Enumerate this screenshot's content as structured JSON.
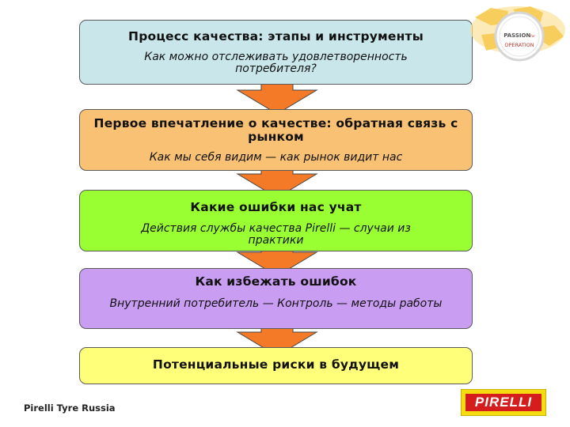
{
  "steps": [
    {
      "title": "Процесс качества: этапы и инструменты",
      "subtitle": "Как можно отслеживать удовлетворенность потребителя?",
      "color": "#c9e6ea"
    },
    {
      "title": "Первое впечатление о качестве: обратная связь с рынком",
      "subtitle": "Как мы себя видим — как рынок видит нас",
      "color": "#f9c174"
    },
    {
      "title": "Какие ошибки нас учат",
      "subtitle": "Действия службы качества Pirelli — случаи из практики",
      "color": "#99ff33"
    },
    {
      "title": "Как избежать ошибок",
      "subtitle": "Внутренний потребитель — Контроль — методы работы",
      "color": "#c89df2"
    },
    {
      "title": "Потенциальные риски в будущем",
      "color": "#ffff7a"
    }
  ],
  "arrow_color": "#f47a28",
  "footer": "Pirelli Tyre Russia",
  "logos": {
    "passion": {
      "line1": "PASSION",
      "suffix": "for",
      "line2": "OPERATION"
    },
    "pirelli": "PIRELLI"
  }
}
